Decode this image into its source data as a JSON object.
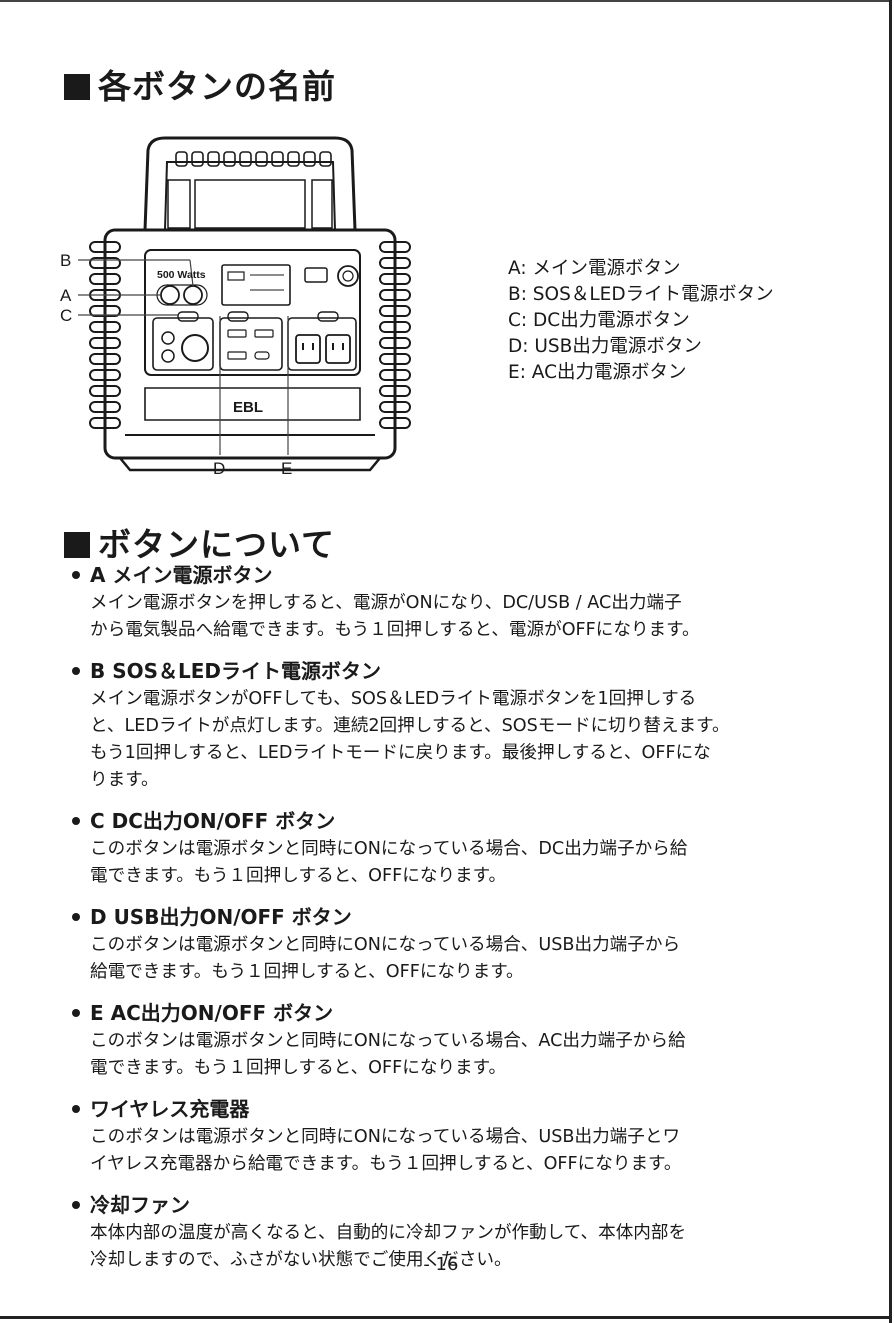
{
  "section1": {
    "title": "各ボタンの名前"
  },
  "diagram": {
    "brand": "EBL",
    "watts_label": "500 Watts",
    "callouts": [
      "A",
      "B",
      "C",
      "D",
      "E"
    ]
  },
  "legend": [
    "A: メイン電源ボタン",
    "B: SOS＆LEDライト電源ボタン",
    "C: DC出力電源ボタン",
    "D: USB出力電源ボタン",
    "E: AC出力電源ボタン"
  ],
  "section2": {
    "title": "ボタンについて"
  },
  "items": [
    {
      "title": "A  メイン電源ボタン",
      "body": "メイン電源ボタンを押しすると、電源がONになり、DC/USB / AC出力端子\nから電気製品へ給電できます。もう１回押しすると、電源がOFFになります。"
    },
    {
      "title": "B  SOS＆LEDライト電源ボタン",
      "body": "メイン電源ボタンがOFFしても、SOS＆LEDライト電源ボタンを1回押しする\nと、LEDライトが点灯します。連続2回押しすると、SOSモードに切り替えます。\nもう1回押しすると、LEDライトモードに戻ります。最後押しすると、OFFにな\nります。"
    },
    {
      "title": "C  DC出力ON/OFF ボタン",
      "body": "このボタンは電源ボタンと同時にONになっている場合、DC出力端子から給\n電できます。もう１回押しすると、OFFになります。"
    },
    {
      "title": "D  USB出力ON/OFF ボタン",
      "body": "このボタンは電源ボタンと同時にONになっている場合、USB出力端子から\n給電できます。もう１回押しすると、OFFになります。"
    },
    {
      "title": "E  AC出力ON/OFF ボタン",
      "body": "このボタンは電源ボタンと同時にONになっている場合、AC出力端子から給\n電できます。もう１回押しすると、OFFになります。"
    },
    {
      "title": "ワイヤレス充電器",
      "body": " このボタンは電源ボタンと同時にONになっている場合、USB出力端子とワ\nイヤレス充電器から給電できます。もう１回押しすると、OFFになります。"
    },
    {
      "title": "冷却ファン",
      "body": "本体内部の温度が高くなると、自動的に冷却ファンが作動して、本体内部を\n冷却しますので、ふさがない状態でご使用ください。"
    }
  ],
  "page_number": "- 16 -"
}
